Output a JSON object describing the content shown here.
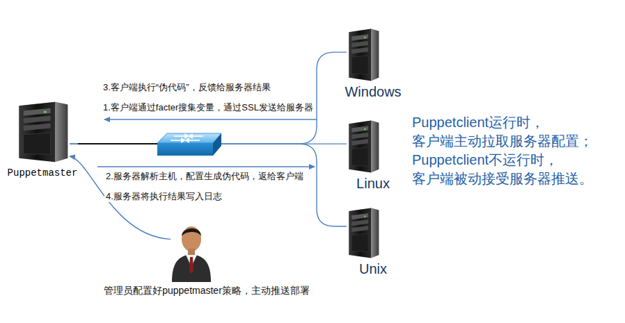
{
  "diagram": {
    "nodes": [
      {
        "text": [
          "Puppetmaster"
        ]
      },
      {
        "text": [
          "Windows"
        ]
      },
      {
        "text": [
          "Linux"
        ]
      },
      {
        "text": [
          "Unix"
        ]
      },
      {
        "text": [
          "管理员配置好puppetmaster策略，主动推送部署"
        ]
      }
    ],
    "edges": [
      {
        "from": 0,
        "to": 1,
        "arrow": "none"
      },
      {
        "from": 0,
        "to": 2,
        "arrow": "none"
      },
      {
        "from": 0,
        "to": 3,
        "arrow": "none"
      },
      {
        "from": 4,
        "to": 0,
        "arrow": "to"
      }
    ],
    "labels": [
      "3.客户端执行“伪代码”，反馈给服务器结果",
      "1.客户端通过facter搜集变量，通过SSL发送给服务器",
      "2.服务器解析主机，配置生成伪代码，返给客户端",
      "4.服务器将执行结果写入日志",
      "Puppetclient运行时， 客户端主动拉取服务器配置； Puppetclient不运行时， 客户端被动接受服务器推送。"
    ]
  }
}
